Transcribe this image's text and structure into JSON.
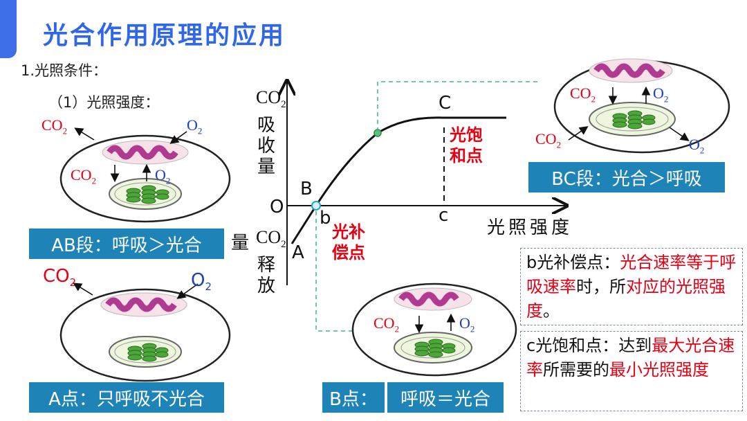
{
  "title": "光合作用原理的应用",
  "section": "1.光照条件：",
  "subsection": "（1）光照强度：",
  "graph": {
    "y_up_label": [
      "CO",
      "2",
      "吸",
      "收",
      "量"
    ],
    "y_down_label": [
      "CO",
      "2",
      "释",
      "放",
      "量"
    ],
    "x_label": "光照强度",
    "origin": "O",
    "point_a": "A",
    "point_b": "B",
    "point_b_lower": "b",
    "point_c": "C",
    "point_c_lower": "c",
    "compensation": [
      "光补",
      "偿点"
    ],
    "saturation": [
      "光饱",
      "和点"
    ]
  },
  "cells": {
    "ab": {
      "co2_out": "CO",
      "o2_in": "O",
      "co2_in": "CO",
      "o2_out": "O",
      "sub2": "2",
      "label": "AB段：呼吸＞光合"
    },
    "a": {
      "co2_out": "CO",
      "o2_in": "O",
      "sub2": "2",
      "label": "A点：只呼吸不光合"
    },
    "bc": {
      "co2_in_small": "CO",
      "o2_out_small": "O",
      "co2_in": "CO",
      "o2_out": "O",
      "sub2": "2",
      "label": "BC段：光合＞呼吸"
    },
    "b": {
      "co2": "CO",
      "o2": "O",
      "sub2": "2",
      "label_left": "B点：",
      "label_right": "呼吸＝光合"
    }
  },
  "info_b": {
    "lead": "b光补偿点：",
    "red1": "光合速率等于呼吸速率",
    "mid": "时，所",
    "red2": "对应的光照强度",
    "tail": "。"
  },
  "info_c": {
    "lead": "c光饱和点：达到",
    "red1": "最大光合速率",
    "mid": "所需要的",
    "red2": "最小光照强度"
  },
  "colors": {
    "title": "#2f67e6",
    "label_bg": "#1e84b8",
    "red": "#e60012",
    "blue": "#1d3fbf"
  }
}
